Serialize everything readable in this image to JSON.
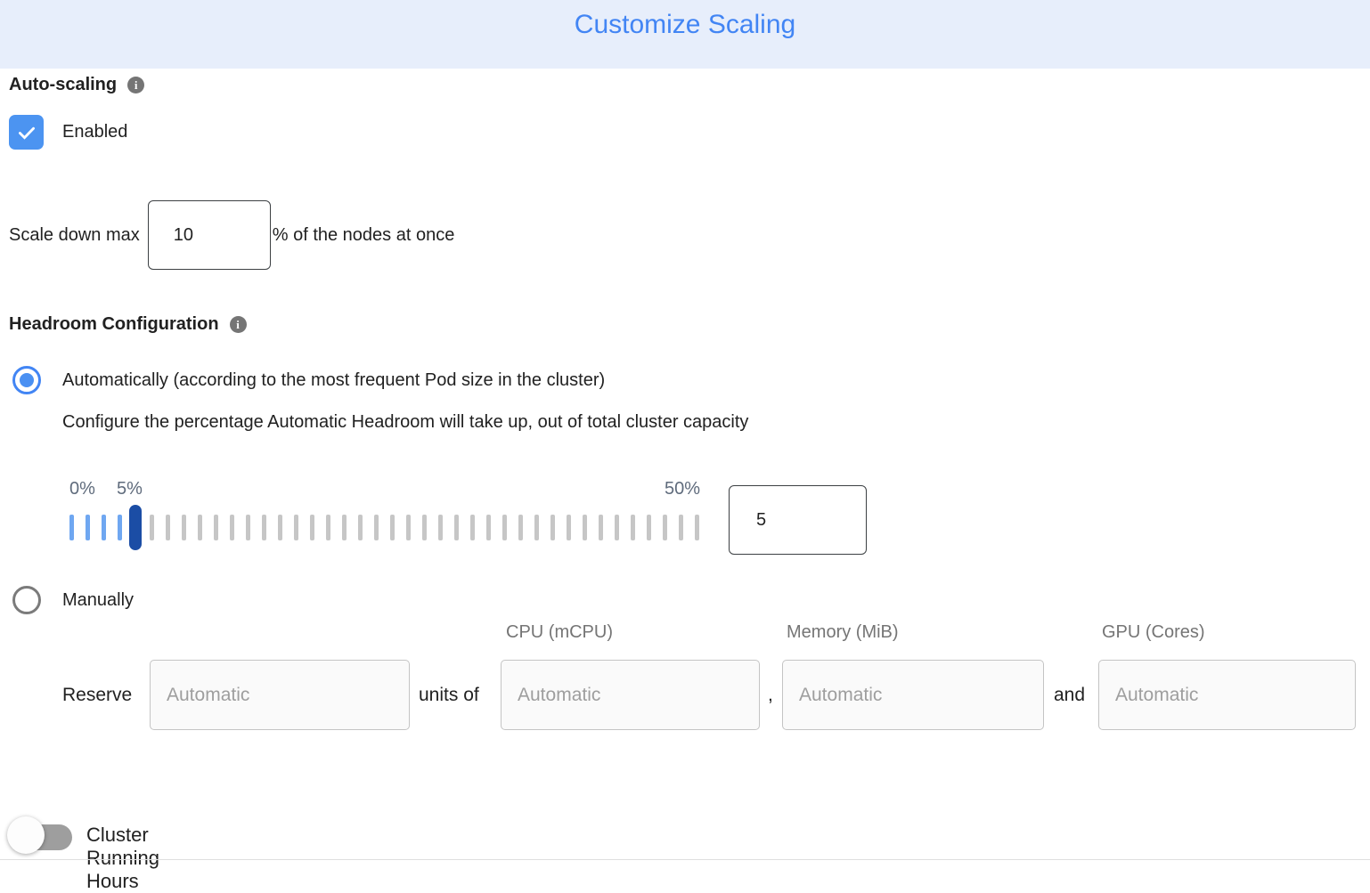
{
  "header": {
    "title": "Customize Scaling",
    "title_color": "#4285F4",
    "bg_color": "#E7EEFB"
  },
  "auto_scaling": {
    "section_label": "Auto-scaling",
    "enabled_checkbox": {
      "label": "Enabled",
      "checked": true,
      "color": "#4C94F1"
    },
    "scale_down": {
      "prefix": "Scale down max",
      "value": "10",
      "suffix": "% of the nodes at once"
    }
  },
  "headroom": {
    "section_label": "Headroom Configuration",
    "automatic_option": {
      "label": "Automatically (according to the most frequent Pod size in the cluster)",
      "selected": true
    },
    "auto_description": "Configure the percentage Automatic Headroom will take up, out of total cluster capacity",
    "slider": {
      "min_label": "0%",
      "current_label": "5%",
      "max_label": "50%",
      "value": "5",
      "total_ticks": 40,
      "active_ticks": 5,
      "active_color": "#6FA7F1",
      "inactive_color": "#C6C6C6",
      "thumb_color": "#1B4DA5"
    },
    "manual_option": {
      "label": "Manually",
      "selected": false
    },
    "manual": {
      "column_headers": [
        "CPU (mCPU)",
        "Memory (MiB)",
        "GPU (Cores)"
      ],
      "reserve_label": "Reserve",
      "units_of_label": "units of",
      "comma_label": ",",
      "and_label": "and",
      "node_count_input": {
        "value": "",
        "placeholder": "Automatic"
      },
      "cpu_input": {
        "value": "",
        "placeholder": "Automatic"
      },
      "memory_input": {
        "value": "",
        "placeholder": "Automatic"
      },
      "gpu_input": {
        "value": "",
        "placeholder": "Automatic"
      }
    }
  },
  "cluster_running_hours": {
    "label": "Cluster Running Hours",
    "enabled": false
  }
}
